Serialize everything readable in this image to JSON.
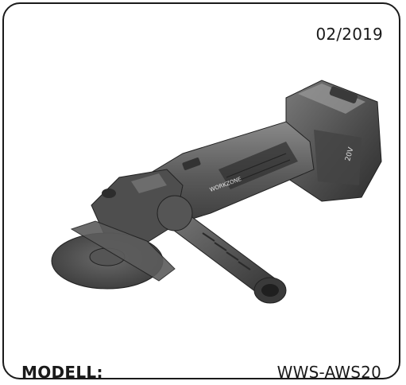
{
  "header": {
    "date": "02/2019"
  },
  "product": {
    "image_icon": "angle-grinder-icon",
    "brand_text": "WORKZONE"
  },
  "footer": {
    "model_label": "MODELL:",
    "model_value": "WWS-AWS20"
  }
}
